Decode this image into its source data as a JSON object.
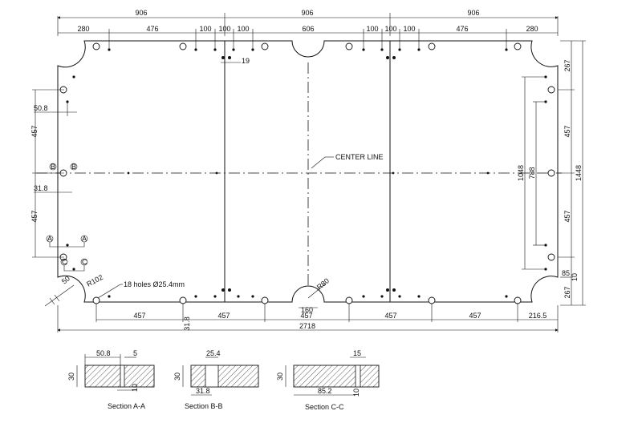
{
  "top_dims": {
    "overall": [
      "906",
      "906",
      "906"
    ],
    "row2": [
      "280",
      "476",
      "100",
      "100",
      "100",
      "606",
      "100",
      "100",
      "100",
      "476",
      "280"
    ],
    "small": "19"
  },
  "right_dims": {
    "r267a": "267",
    "r457a": "457",
    "r1448": "1448",
    "r457b": "457",
    "r267b": "267",
    "r1048": "1048",
    "r788": "788",
    "r85": "85",
    "r10": "10"
  },
  "left_dims": {
    "l508": "50.8",
    "l457a": "457",
    "l318": "31.8",
    "l457b": "457"
  },
  "bottom_dims": {
    "b457a": "457",
    "b457b": "457",
    "b457c": "457",
    "b457d": "457",
    "b457e": "457",
    "b2165": "216.5",
    "b2718": "2718",
    "b318": "31.8",
    "b160": "160"
  },
  "labels": {
    "center_line": "CENTER LINE",
    "holes_note": "18 holes Ø25.4mm",
    "r102": "R102",
    "r80": "R80",
    "r50": "50",
    "sectionA": "A",
    "sectionB": "B",
    "sectionC": "C"
  },
  "sections": {
    "a": {
      "caption": "Section A-A",
      "w": "50.8",
      "s": "5",
      "h": "30",
      "b": "10"
    },
    "b": {
      "caption": "Section B-B",
      "w": "25.4",
      "h": "30",
      "b": "31.8"
    },
    "c": {
      "caption": "Section C-C",
      "w": "15",
      "h": "30",
      "b": "85.2",
      "b2": "10"
    }
  }
}
